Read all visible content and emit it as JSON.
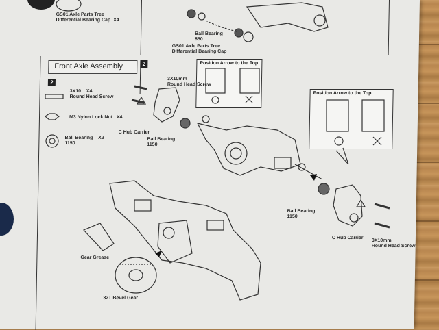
{
  "top": {
    "parts_tree_cap_left": "GS01 Axle Parts Tree\nDifferential Bearing Cap  X4",
    "bearing_label": "Ball Bearing\n850",
    "parts_tree_cap_right": "GS01 Axle Parts Tree\nDifferential Bearing Cap"
  },
  "section": {
    "title": "Front Axle Assembly",
    "step_left": "2",
    "step_right": "2"
  },
  "parts_list": [
    {
      "name": "3X10    X4\nRound Head Screw"
    },
    {
      "name": "M3 Nylon Lock Nut   X4"
    },
    {
      "name": "Ball Bearing    X2\n1150"
    }
  ],
  "callouts": [
    {
      "title": "Position Arrow to the Top",
      "ok": "O",
      "ng": "X"
    },
    {
      "title": "Position Arrow to the Top",
      "ok": "O",
      "ng": "X"
    }
  ],
  "labels": {
    "screw_top": "3X10mm\nRound Head Screw",
    "chub_left": "C Hub Carrier",
    "bearing_left": "Ball Bearing\n1150",
    "bearing_right": "Ball Bearing\n1150",
    "chub_right": "C Hub Carrier",
    "screw_right": "3X10mm\nRound Head Screw",
    "grease": "Gear Grease",
    "bevel": "32T Bevel Gear"
  }
}
